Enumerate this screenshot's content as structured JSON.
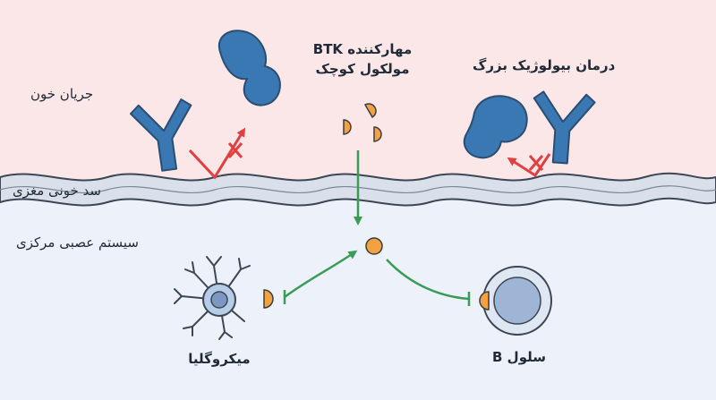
{
  "labels": {
    "blood": "جریان خون",
    "bbb": "سد خونی مغزی",
    "cns": "سیستم عصبی مرکزی",
    "btk_line1": "مهارکننده BTK",
    "btk_line2": "مولکول کوچک",
    "biologic": "درمان بیولوژیک بزرگ",
    "microglia": "میکروگلیا",
    "bcell": "سلول B"
  },
  "colors": {
    "blood_bg": "#fbe6e8",
    "cns_bg": "#edf2fa",
    "membrane": "#d9e0ea",
    "antibody": "#3a78b4",
    "drug": "#f2a243",
    "arrow_green": "#3a9b57",
    "blocked_red": "#e0403f",
    "bcell": "#9fb5d6"
  },
  "icons": [
    "antibody-y-icon",
    "biologic-molecule-icon",
    "drug-molecule-icon",
    "microglia-cell-icon",
    "b-cell-icon",
    "blocked-cross-icon"
  ]
}
